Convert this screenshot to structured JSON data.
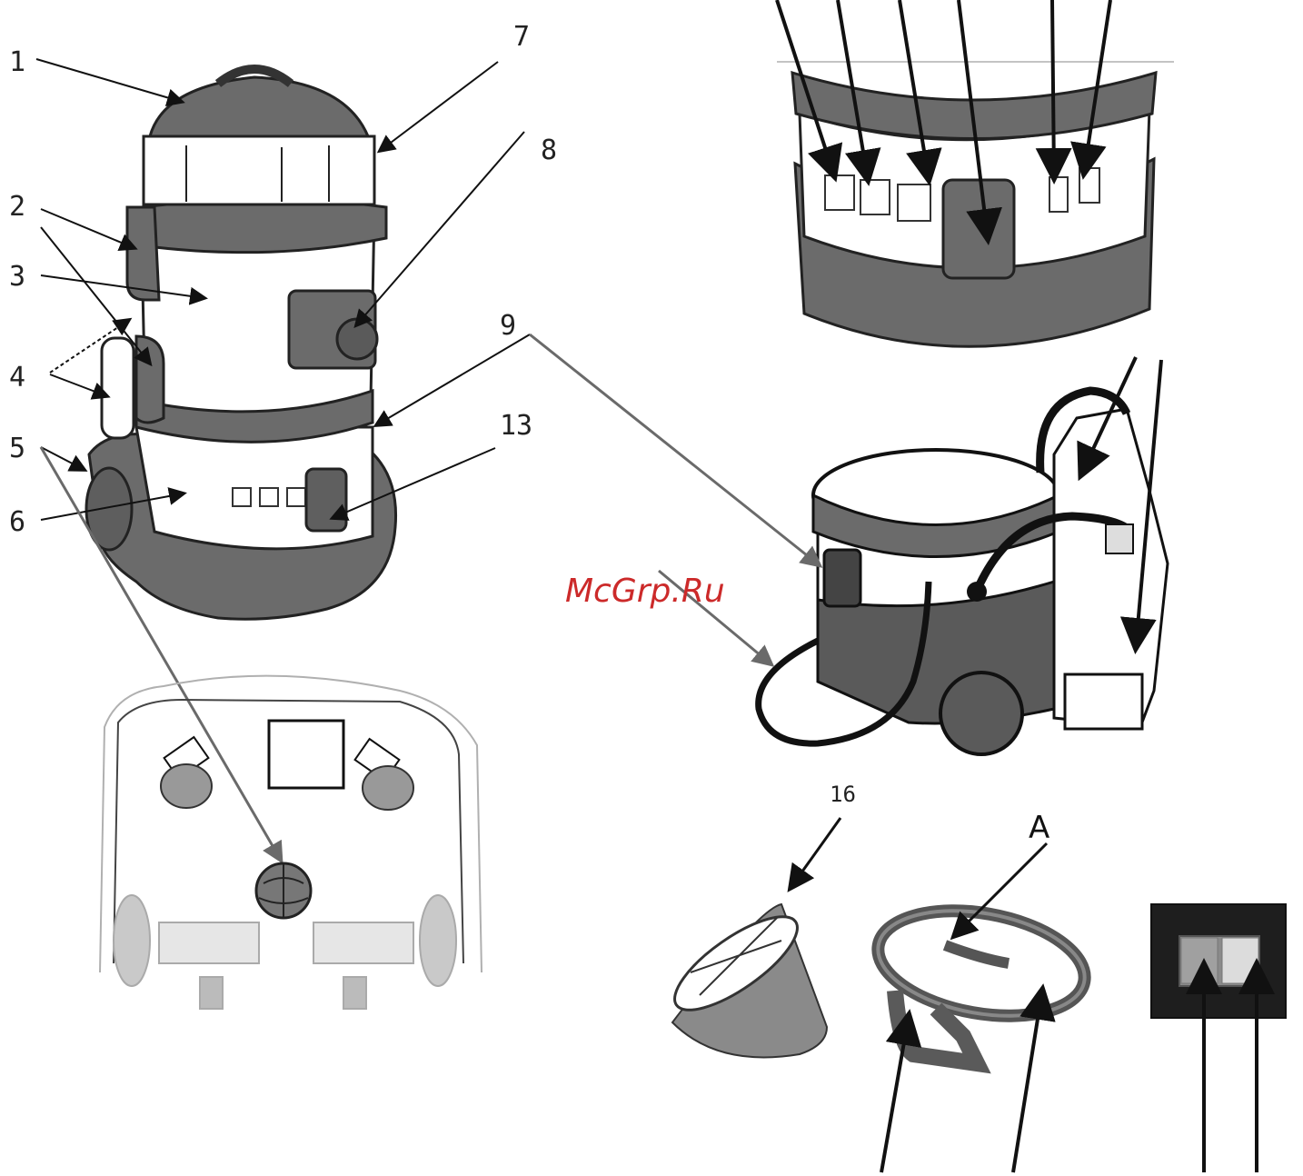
{
  "labels": {
    "l1": "1",
    "l2": "2",
    "l3": "3",
    "l4": "4",
    "l5": "5",
    "l6": "6",
    "l7": "7",
    "l8": "8",
    "l9": "9",
    "l13": "13",
    "l16": "16",
    "lA": "A"
  },
  "watermark": {
    "text": "McGrp.Ru",
    "color": "#cc2a2a"
  },
  "colors": {
    "body_gray": "#6b6b6b",
    "light_gray": "#bdbdbd",
    "ink": "#111111",
    "leader": "#6a6a6a"
  }
}
